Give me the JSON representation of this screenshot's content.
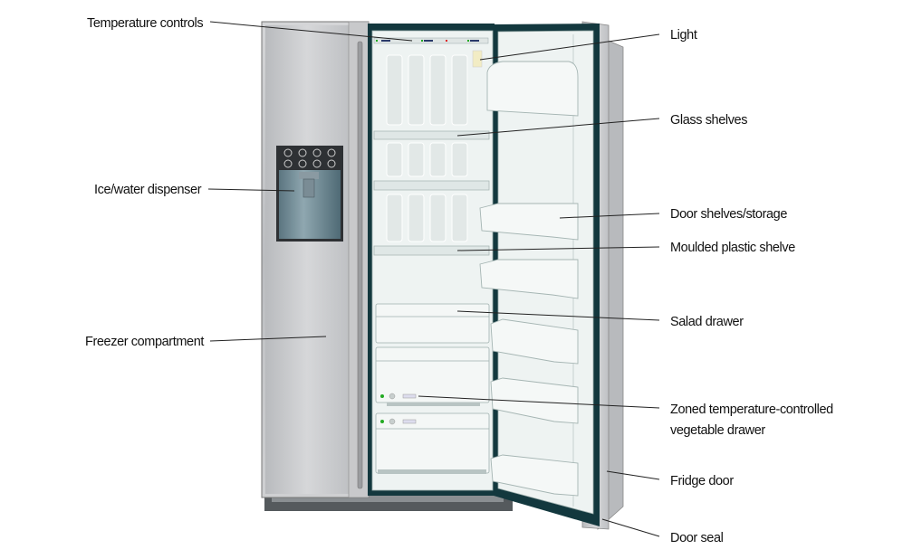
{
  "diagram": {
    "labels": {
      "temperature_controls": "Temperature controls",
      "ice_water_dispenser": "Ice/water dispenser",
      "freezer_compartment": "Freezer compartment",
      "light": "Light",
      "glass_shelves": "Glass shelves",
      "door_shelves": "Door shelves/storage",
      "moulded_shelve": "Moulded plastic shelve",
      "salad_drawer": "Salad drawer",
      "zoned_line1": "Zoned temperature-controlled",
      "zoned_line2": "vegetable drawer",
      "fridge_door": "Fridge door",
      "door_seal": "Door seal"
    },
    "colors": {
      "steel": "#c4c6c8",
      "seal": "#0f3a40",
      "interior": "#eef3f2",
      "indicator_green": "#22aa22",
      "indicator_red": "#dd2222"
    }
  }
}
